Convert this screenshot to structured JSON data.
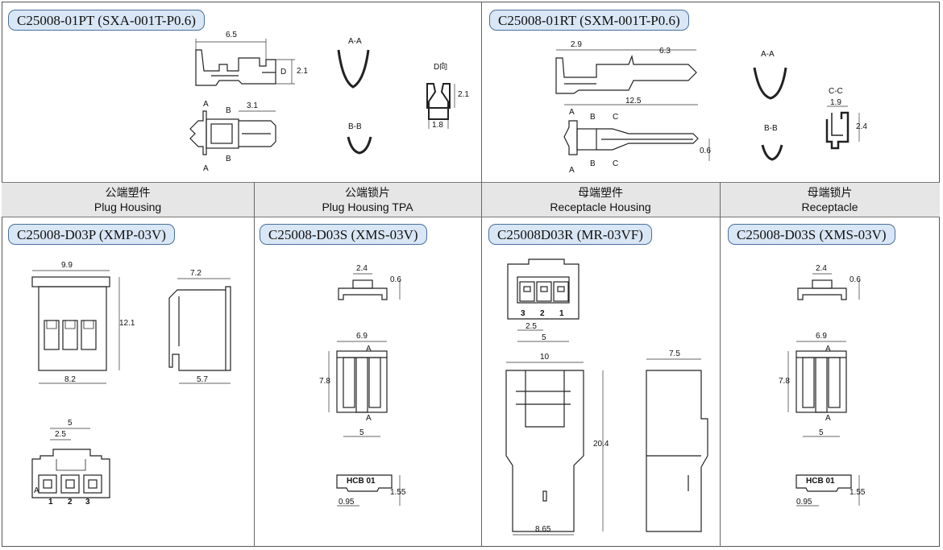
{
  "top_sections": [
    {
      "title": "C25008-01PT (SXA-001T-P0.6)"
    },
    {
      "title": "C25008-01RT (SXM-001T-P0.6)"
    }
  ],
  "columns": [
    {
      "cn": "公端塑件",
      "en": "Plug Housing",
      "part": "C25008-D03P (XMP-03V)"
    },
    {
      "cn": "公端锁片",
      "en": "Plug Housing TPA",
      "part": "C25008-D03S (XMS-03V)"
    },
    {
      "cn": "母端塑件",
      "en": "Receptacle Housing",
      "part": "C25008D03R (MR-03VF)"
    },
    {
      "cn": "母端锁片",
      "en": "Receptacle",
      "part": "C25008-D03S (XMS-03V)"
    }
  ],
  "labels": {
    "pt": {
      "d65": "6.5",
      "d21a": "2.1",
      "D": "D",
      "d31": "3.1",
      "A1": "A",
      "A2": "A",
      "B1": "B",
      "B2": "B",
      "AA": "A-A",
      "BB": "B-B",
      "Dview": "D向",
      "d21b": "2.1",
      "d18": "1.8"
    },
    "rt": {
      "d29": "2.9",
      "d63": "6.3",
      "d125": "12.5",
      "d06": "0.6",
      "A1": "A",
      "A2": "A",
      "B1": "B",
      "B2": "B",
      "C1": "C",
      "C2": "C",
      "AA": "A-A",
      "BB": "B-B",
      "CC": "C-C",
      "d19": "1.9",
      "d24": "2.4"
    },
    "plug": {
      "d99": "9.9",
      "d121": "12.1",
      "d82": "8.2",
      "d72": "7.2",
      "d57": "5.7",
      "d5": "5",
      "d25": "2.5",
      "p1": "1",
      "p2": "2",
      "p3": "3",
      "A": "A"
    },
    "tpa": {
      "d24": "2.4",
      "d06": "0.6",
      "d69": "6.9",
      "d78": "7.8",
      "d5": "5",
      "A1": "A",
      "A2": "A",
      "d095": "0.95",
      "d155": "1.55",
      "mark": "HCB 01"
    },
    "rec": {
      "p3": "3",
      "p2": "2",
      "p1": "1",
      "d25": "2.5",
      "d5": "5",
      "d10": "10",
      "d75": "7.5",
      "d204": "20.4",
      "d865": "8.65"
    },
    "rtpa": {
      "d24": "2.4",
      "d06": "0.6",
      "d69": "6.9",
      "d78": "7.8",
      "d5": "5",
      "A1": "A",
      "A2": "A",
      "d095": "0.95",
      "d155": "1.55",
      "mark": "HCB 01"
    }
  }
}
